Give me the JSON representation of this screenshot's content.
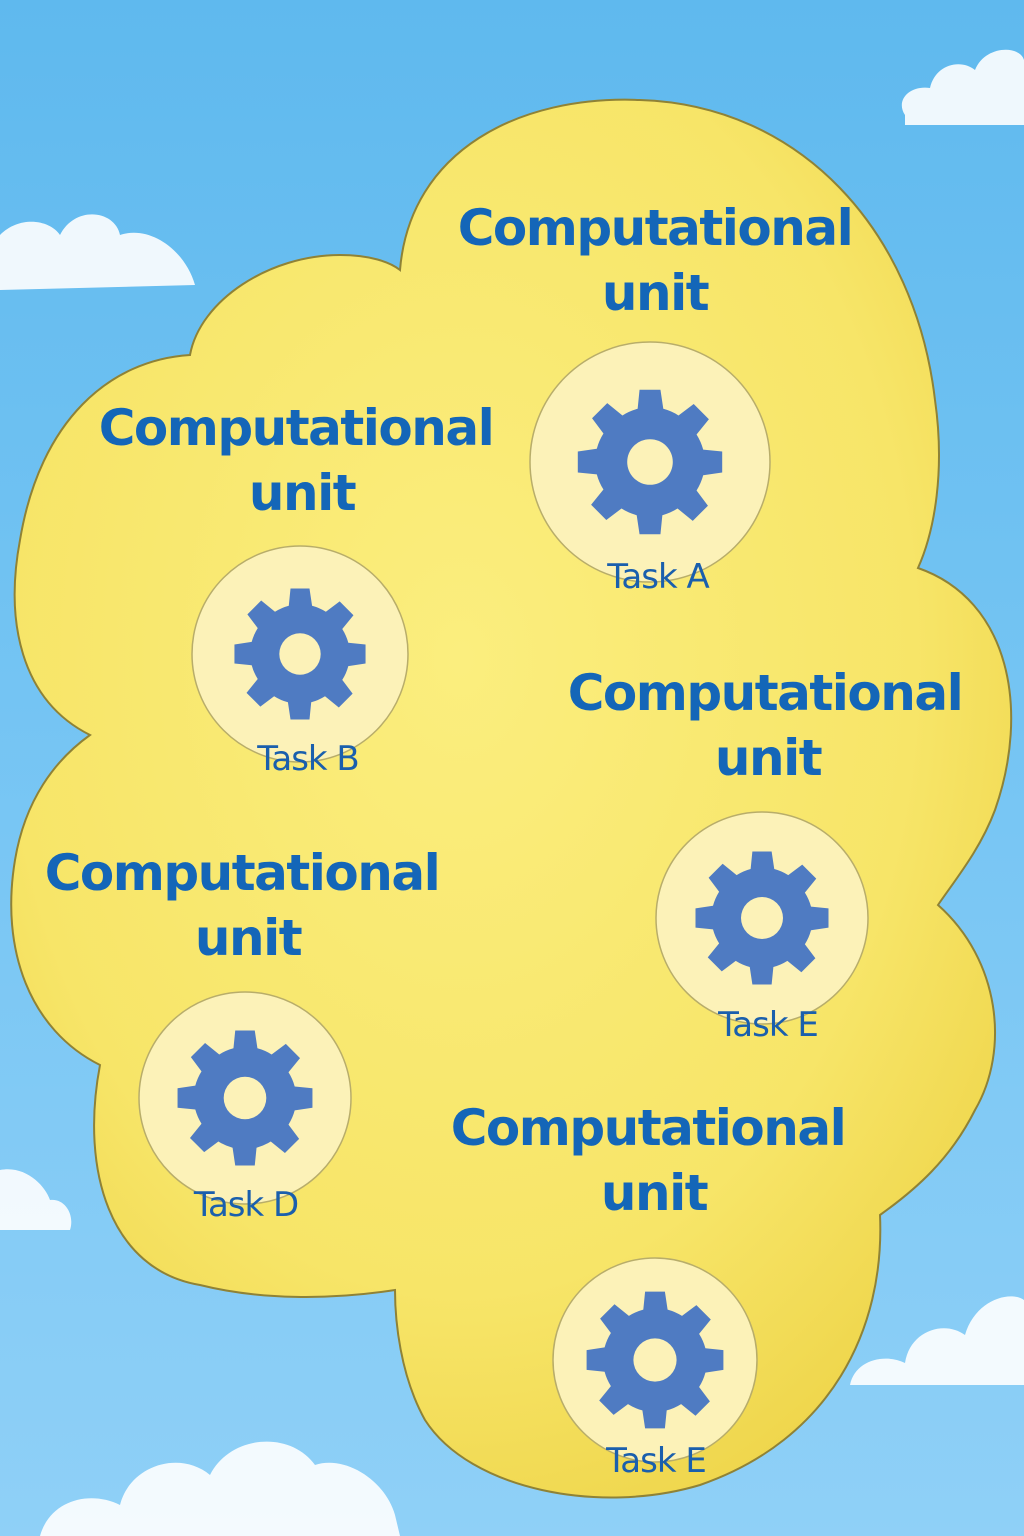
{
  "colors": {
    "sky": "#6cc1f1",
    "cloud_fill": "#f8e870",
    "cloud_outline": "#9a8a3a",
    "label_text": "#1466b8",
    "gear": "#4f7bc2",
    "disc": "#fcf2b8"
  },
  "units": [
    {
      "label_line1": "Computational",
      "label_line2": "unit",
      "task": "Task A",
      "icon": "gear-icon"
    },
    {
      "label_line1": "Computational",
      "label_line2": "unit",
      "task": "Task B",
      "icon": "gear-icon"
    },
    {
      "label_line1": "Computational",
      "label_line2": "unit",
      "task": "Task E",
      "icon": "gear-icon"
    },
    {
      "label_line1": "Computational",
      "label_line2": "unit",
      "task": "Task D",
      "icon": "gear-icon"
    },
    {
      "label_line1": "Computational",
      "label_line2": "unit",
      "task": "Task E",
      "icon": "gear-icon"
    }
  ]
}
